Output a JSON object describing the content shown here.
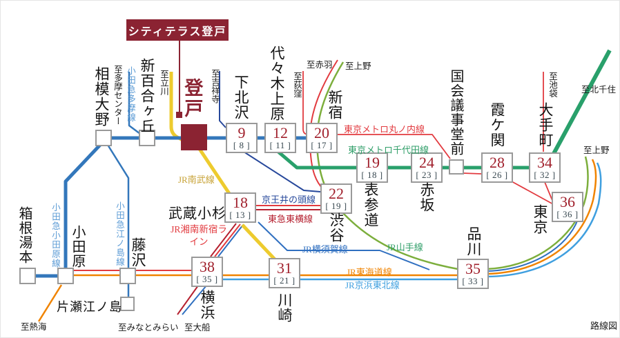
{
  "callout": {
    "label": "シティテラス登戸"
  },
  "corner_label": "路線図",
  "colors": {
    "accent": "#8b2332",
    "time": "#a01f2b",
    "time_alt": "#37474f",
    "box_border": "#999999",
    "odakyu": "#3377bb",
    "odakyu_label": "#5b9bd5",
    "nambu": "#edcb2e",
    "nambu_label": "#c7a235",
    "chiyoda": "#29a06b",
    "marunouchi": "#e23a3f",
    "inokashira": "#27489b",
    "toyoko": "#b5202f",
    "shonan": "#e23a3f",
    "yokosuka": "#2f6fc0",
    "yamanote": "#7cae3c",
    "yamanote_label": "#2f9e68",
    "tokaido": "#f08300",
    "keihin": "#3f9fdf"
  },
  "stations": {
    "sagamiono": {
      "name": "相模大野"
    },
    "shinyurigaoka": {
      "name": "新百合ヶ丘"
    },
    "noborito": {
      "name": "登戸"
    },
    "shimokitazawa": {
      "name": "下北沢",
      "min": "9",
      "alt": "[ 8 ]"
    },
    "yoyogiuehara": {
      "name": "代々木上原",
      "min": "12",
      "alt": "[ 11 ]"
    },
    "shinjuku": {
      "name": "新宿",
      "min": "20",
      "alt": "[ 17 ]"
    },
    "omotesando": {
      "name": "表参道",
      "min": "19",
      "alt": "[ 18 ]"
    },
    "akasaka": {
      "name": "赤坂",
      "min": "24",
      "alt": "[ 23 ]"
    },
    "kokkaigijidomae": {
      "name": "国会議事堂前"
    },
    "kasumigaseki": {
      "name": "霞ケ関",
      "min": "28",
      "alt": "[ 26 ]"
    },
    "otemachi": {
      "name": "大手町",
      "min": "34",
      "alt": "[ 32 ]"
    },
    "tokyo": {
      "name": "東京",
      "min": "36",
      "alt": "[ 36 ]"
    },
    "shibuya": {
      "name": "渋谷",
      "min": "22",
      "alt": "[ 19 ]"
    },
    "musashikosugi": {
      "name": "武蔵小杉",
      "min": "18",
      "alt": "[ 13 ]"
    },
    "yokohama": {
      "name": "横浜",
      "min": "38",
      "alt": "[ 35 ]"
    },
    "kawasaki": {
      "name": "川崎",
      "min": "31",
      "alt": "[ 21 ]"
    },
    "shinagawa": {
      "name": "品川",
      "min": "35",
      "alt": "[ 33 ]"
    },
    "fujisawa": {
      "name": "藤沢"
    },
    "odawara": {
      "name": "小田原"
    },
    "hakoneyumoto": {
      "name": "箱根湯本"
    },
    "kataseenoshima": {
      "name": "片瀬江ノ島"
    }
  },
  "line_labels": {
    "tama": "小田急多摩線",
    "odawara_line": "小田急小田原線",
    "enoshima": "小田急江ノ島線",
    "nambu": "JR南武線",
    "inokashira": "京王井の頭線",
    "toyoko": "東急東横線",
    "shonan": "JR湘南新宿ライン",
    "yokosuka": "JR横須賀線",
    "yamanote": "JR山手線",
    "tokaido": "JR東海道線",
    "keihin": "JR京浜東北線",
    "marunouchi": "東京メトロ丸ノ内線",
    "chiyoda": "東京メトロ千代田線"
  },
  "destinations": {
    "tama_center": "至多摩センター",
    "tachikawa": "至立川",
    "kichijoji": "至吉祥寺",
    "akabane": "至赤羽",
    "ueno_north": "至上野",
    "ogikubo": "至荻窪",
    "ikebukuro": "至池袋",
    "kitasenju": "至北千住",
    "ueno_east": "至上野",
    "atami": "至熱海",
    "minatomirai": "至みなとみらい",
    "ofuna": "至大船"
  }
}
